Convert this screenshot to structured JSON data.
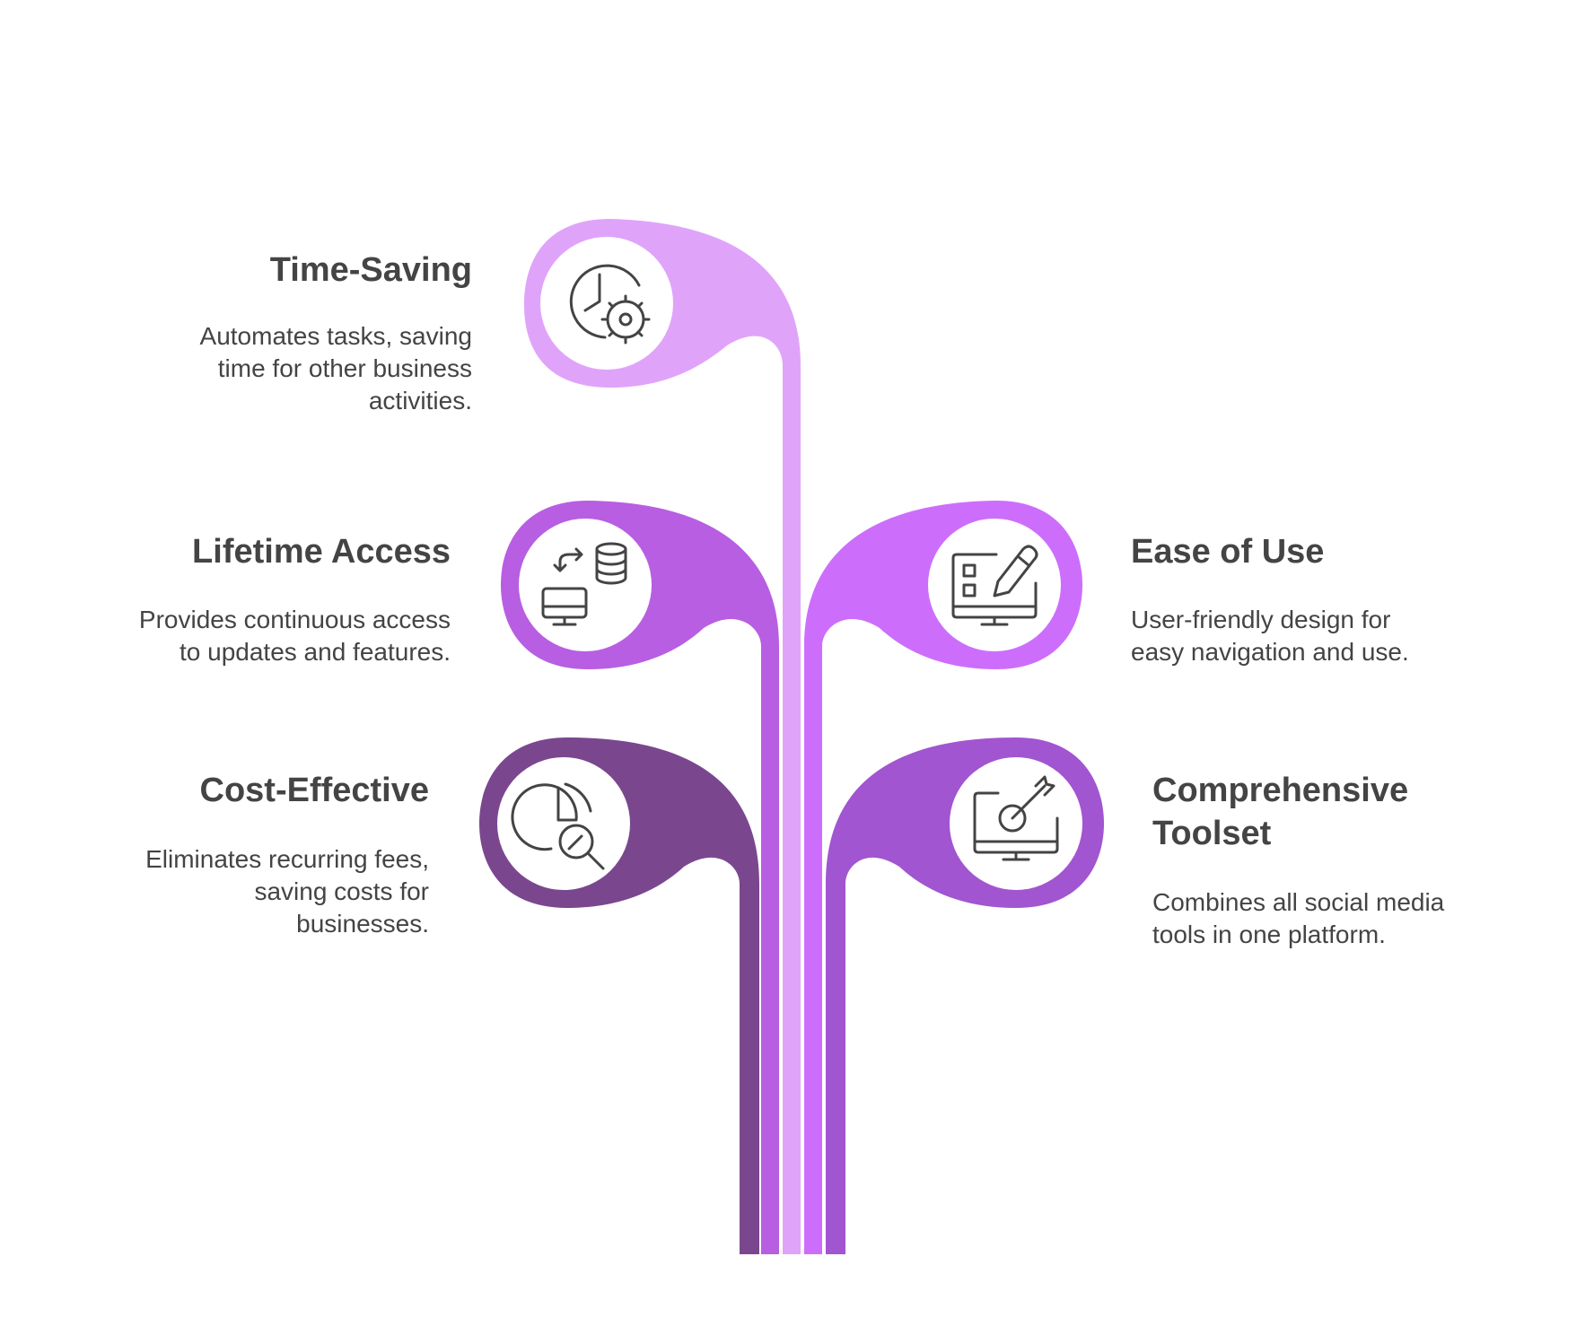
{
  "colors": {
    "time_saving": "#E0A3FA",
    "lifetime_access": "#B85EE2",
    "cost_effective": "#7A478F",
    "ease_of_use": "#CC6EFB",
    "comprehensive_toolset": "#A155D0",
    "text": "#444444"
  },
  "items": {
    "time_saving": {
      "title": "Time-Saving",
      "description_lines": [
        "Automates tasks, saving",
        "time for other business",
        "activities."
      ],
      "icon": "clock-gear-icon"
    },
    "lifetime_access": {
      "title": "Lifetime Access",
      "description_lines": [
        "Provides continuous access",
        "to updates and features."
      ],
      "icon": "database-sync-icon"
    },
    "cost_effective": {
      "title": "Cost-Effective",
      "description_lines": [
        "Eliminates recurring fees,",
        "saving costs for",
        "businesses."
      ],
      "icon": "chart-search-icon"
    },
    "ease_of_use": {
      "title": "Ease of Use",
      "description_lines": [
        "User-friendly design for",
        "easy navigation and use."
      ],
      "icon": "monitor-edit-icon"
    },
    "comprehensive_toolset": {
      "title_lines": [
        "Comprehensive",
        "Toolset"
      ],
      "description_lines": [
        "Combines all social media",
        "tools in one platform."
      ],
      "icon": "monitor-target-icon"
    }
  }
}
